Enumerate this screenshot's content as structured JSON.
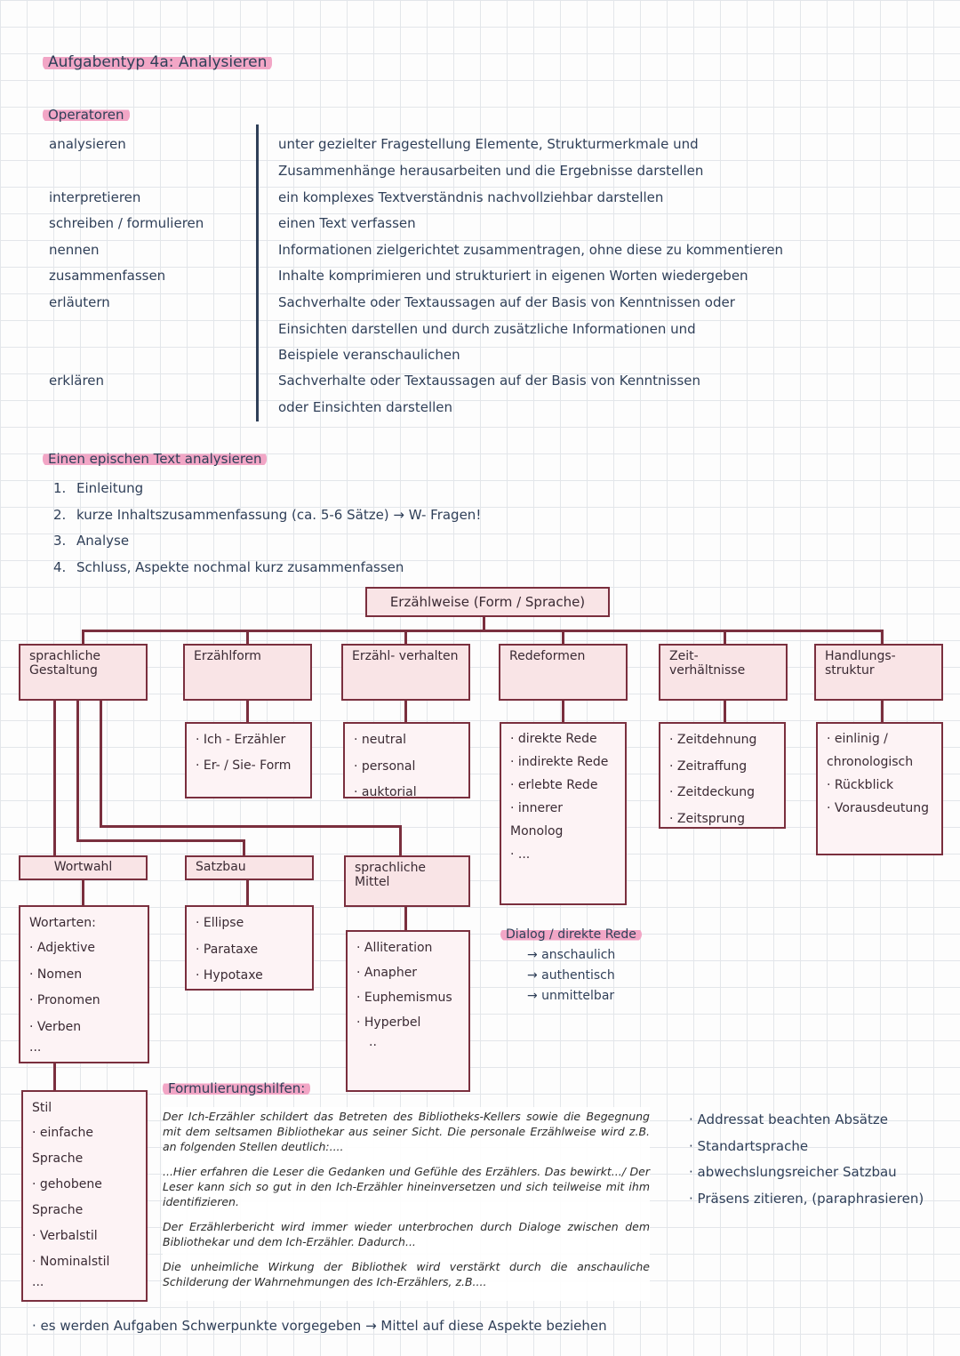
{
  "title": "Aufgabentyp 4a: Analysieren",
  "operators_heading": "Operatoren",
  "operators": [
    {
      "term": "analysieren",
      "lines": [
        "unter gezielter Fragestellung Elemente, Strukturmerkmale und",
        "Zusammenhänge herausarbeiten und die Ergebnisse darstellen"
      ]
    },
    {
      "term": "interpretieren",
      "lines": [
        "ein komplexes Textverständnis nachvollziehbar darstellen"
      ]
    },
    {
      "term": "schreiben / formulieren",
      "lines": [
        "einen Text verfassen"
      ]
    },
    {
      "term": "nennen",
      "lines": [
        "Informationen zielgerichtet zusammentragen, ohne diese zu kommentieren"
      ]
    },
    {
      "term": "zusammenfassen",
      "lines": [
        "Inhalte komprimieren und strukturiert in eigenen Worten wiedergeben"
      ]
    },
    {
      "term": "erläutern",
      "lines": [
        "Sachverhalte oder Textaussagen auf der Basis von Kenntnissen oder",
        "Einsichten darstellen und durch zusätzliche Informationen und",
        "Beispiele veranschaulichen"
      ]
    },
    {
      "term": "erklären",
      "lines": [
        "Sachverhalte oder Textaussagen auf der Basis von Kenntnissen",
        "oder Einsichten darstellen"
      ]
    }
  ],
  "section2_heading": "Einen epischen Text analysieren",
  "steps": [
    {
      "n": "1.",
      "text": "Einleitung"
    },
    {
      "n": "2.",
      "text": "kurze Inhaltszusammenfassung (ca. 5-6 Sätze)   → W- Fragen!"
    },
    {
      "n": "3.",
      "text": "Analyse"
    },
    {
      "n": "4.",
      "text": "Schluss, Aspekte nochmal kurz zusammenfassen"
    }
  ],
  "diagram": {
    "root": "Erzählweise (Form / Sprache)",
    "categories": {
      "sprachliche_gestaltung": "sprachliche Gestaltung",
      "erzaehlform": "Erzählform",
      "erzaehlverhalten": "Erzähl- verhalten",
      "redeformen": "Redeformen",
      "zeitverhaeltnisse": "Zeit- verhältnisse",
      "handlungsstruktur": "Handlungs- struktur"
    },
    "erzaehlform_items": [
      "Ich - Erzähler",
      "Er- / Sie- Form"
    ],
    "erzaehlverhalten_items": [
      "neutral",
      "personal",
      "auktorial"
    ],
    "redeformen_items": [
      "direkte Rede",
      "indirekte Rede",
      "erlebte Rede",
      "innerer Monolog",
      "..."
    ],
    "zeit_items": [
      "Zeitdehnung",
      "Zeitraffung",
      "Zeitdeckung",
      "Zeitsprung"
    ],
    "handlung_items": [
      "einlinig / chronologisch",
      "Rückblick",
      "Vorausdeutung"
    ],
    "sub": {
      "wortwahl": "Wortwahl",
      "satzbau": "Satzbau",
      "sprachliche_mittel": "sprachliche Mittel"
    },
    "wortarten_head": "Wortarten:",
    "wortarten_items": [
      "Adjektive",
      "Nomen",
      "Pronomen",
      "Verben"
    ],
    "wortarten_more": "...",
    "satzbau_items": [
      "Ellipse",
      "Parataxe",
      "Hypotaxe"
    ],
    "mittel_items": [
      "Alliteration",
      "Anapher",
      "Euphemismus",
      "Hyperbel"
    ],
    "mittel_more": "..",
    "stil_head": "Stil",
    "stil_items": [
      "einfache Sprache",
      "gehobene Sprache",
      "Verbalstil",
      "Nominalstil"
    ],
    "stil_more": "..."
  },
  "dialog": {
    "head": "Dialog / direkte Rede",
    "items": [
      "→ anschaulich",
      "→ authentisch",
      "→ unmittelbar"
    ]
  },
  "tips_heading": "Formulierungshilfen:",
  "tips": [
    "Der Ich-Erzähler schildert das Betreten des Bibliotheks-Kellers sowie die Begegnung mit dem seltsamen Bibliothekar aus seiner Sicht. Die personale Erzählweise wird z.B. an folgenden Stellen deutlich:....",
    "...Hier erfahren die Leser die Gedanken und Gefühle des Erzählers. Das bewirkt.../ Der Leser kann sich so gut in den Ich-Erzähler hineinversetzen und sich teilweise mit ihm identifizieren.",
    "Der Erzählerbericht wird immer wieder unterbrochen durch Dialoge zwischen dem Bibliothekar und dem Ich-Erzähler. Dadurch...",
    "Die unheimliche Wirkung der Bibliothek wird verstärkt durch die anschauliche Schilderung der Wahrnehmungen des Ich-Erzählers, z.B...."
  ],
  "right_list": [
    "Addressat beachten Absätze",
    "Standartsprache",
    "abwechslungsreicher Satzbau",
    "Präsens zitieren, (paraphrasieren)"
  ],
  "bottom_note": "· es werden Aufgaben Schwerpunkte vorgegeben  →  Mittel auf diese Aspekte beziehen"
}
